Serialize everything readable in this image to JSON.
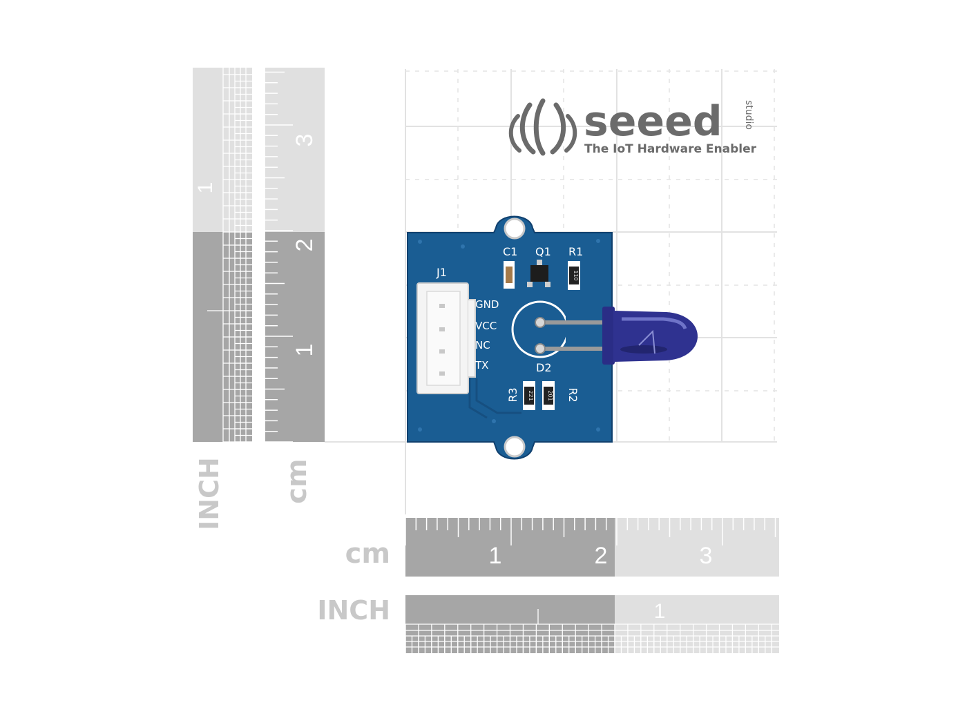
{
  "rulers": {
    "vertical_inch": {
      "unit_label": "INCH",
      "tick_labels": [
        "1"
      ]
    },
    "vertical_cm": {
      "unit_label": "cm",
      "tick_labels": [
        "1",
        "2",
        "3"
      ]
    },
    "horizontal_cm": {
      "unit_label": "cm",
      "tick_labels": [
        "1",
        "2",
        "3"
      ]
    },
    "horizontal_inch": {
      "unit_label": "INCH",
      "tick_labels": [
        "1"
      ]
    }
  },
  "logo": {
    "brand": "seeed",
    "sub": "studio",
    "tagline": "The IoT Hardware Enabler"
  },
  "board": {
    "color": "#1a5d93",
    "connector": "J1",
    "pins": [
      "GND",
      "VCC",
      "NC",
      "TX"
    ],
    "components": {
      "c1": "C1",
      "q1": "Q1",
      "r1": "R1",
      "d2": "D2",
      "r3": "R3",
      "r2": "R2"
    },
    "markings": {
      "r1": "110",
      "r3": "221",
      "r2": "201"
    }
  }
}
